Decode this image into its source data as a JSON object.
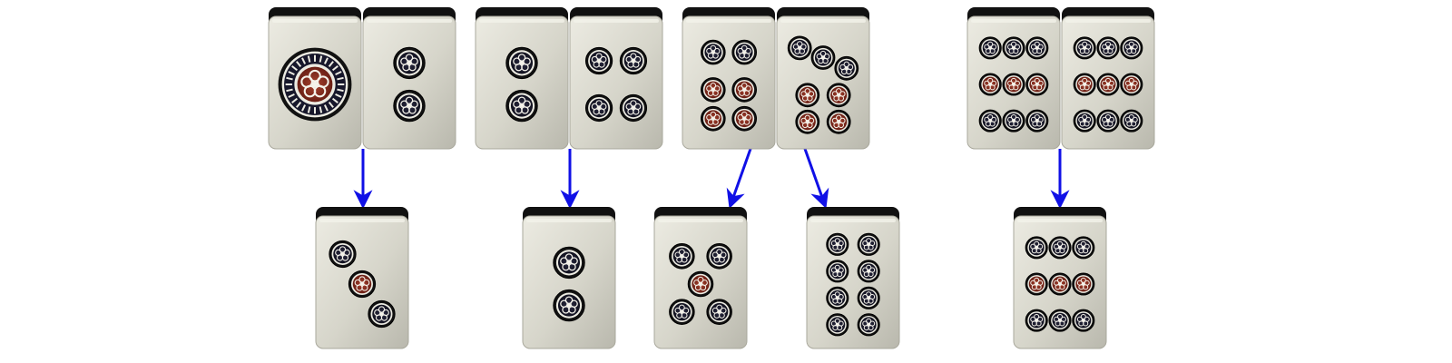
{
  "diagram": {
    "type": "mahjong-pin-tile-sum",
    "colors": {
      "tile_face": "#d9d8cd",
      "tile_back": "#111111",
      "tile_edge": "#a9a89c",
      "pip_dark": "#17172b",
      "pip_red": "#7a2418",
      "arrow": "#1010e6"
    },
    "groups": [
      {
        "inputs": [
          1,
          2
        ],
        "outputs": [
          3
        ]
      },
      {
        "inputs": [
          2,
          4
        ],
        "outputs": [
          2
        ]
      },
      {
        "inputs": [
          6,
          7
        ],
        "outputs": [
          5,
          8
        ]
      },
      {
        "inputs": [
          9,
          9
        ],
        "outputs": [
          9
        ]
      }
    ]
  }
}
